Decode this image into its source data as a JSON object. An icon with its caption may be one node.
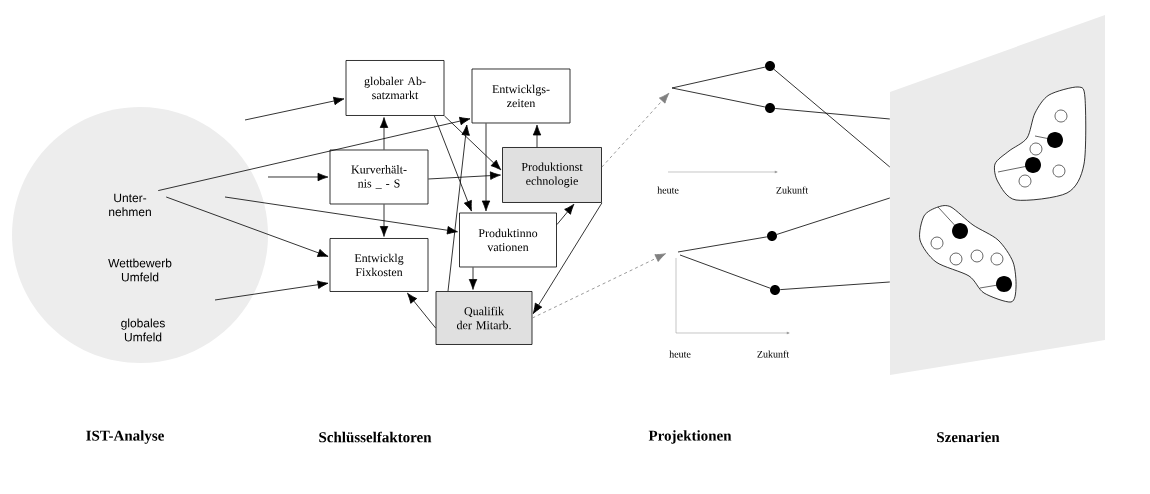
{
  "diagram": {
    "nodes": [
      {
        "text": [
          "Unter- nehmen"
        ]
      },
      {
        "text": [
          "Wettbewerb Umfeld"
        ]
      },
      {
        "text": [
          "globales Umfeld"
        ]
      },
      {
        "text": [
          "globaler Ab- satzmarkt"
        ]
      },
      {
        "text": [
          "Entwicklgs- zeiten"
        ]
      },
      {
        "text": [
          "Kurverhält- nis _ - S"
        ]
      },
      {
        "text": [
          "Produktionst echnologie"
        ]
      },
      {
        "text": [
          "Produktinno vationen"
        ]
      },
      {
        "text": [
          "Entwicklg Fixkosten"
        ]
      },
      {
        "text": [
          "Qualifik der Mitarb."
        ]
      },
      {
        "text": [],
        "shape": "circle"
      },
      {
        "text": [],
        "shape": "circle"
      },
      {
        "text": [],
        "shape": "circle"
      },
      {
        "text": [],
        "shape": "circle"
      },
      {
        "text": [],
        "shape": "box"
      }
    ],
    "edges": [
      {
        "from": null,
        "to": 3,
        "arrow": "to"
      },
      {
        "from": 0,
        "to": 4,
        "arrow": "to"
      },
      {
        "from": null,
        "to": 5,
        "arrow": "to"
      },
      {
        "from": null,
        "to": 7,
        "arrow": "to"
      },
      {
        "from": 0,
        "to": 8,
        "arrow": "to"
      },
      {
        "from": null,
        "to": 8,
        "arrow": "to"
      },
      {
        "from": 5,
        "to": 3,
        "arrow": "to"
      },
      {
        "from": 5,
        "to": 8,
        "arrow": "to"
      },
      {
        "from": 5,
        "to": 6,
        "arrow": "to"
      },
      {
        "from": 6,
        "to": 4,
        "arrow": "to"
      },
      {
        "from": 3,
        "to": 6,
        "arrow": "to"
      },
      {
        "from": 3,
        "to": 7,
        "arrow": "to"
      },
      {
        "from": 4,
        "to": 7,
        "arrow": "to"
      },
      {
        "from": 9,
        "to": 4,
        "arrow": "to"
      },
      {
        "from": 7,
        "to": 9,
        "arrow": "to"
      },
      {
        "from": 9,
        "to": 8,
        "arrow": "to"
      },
      {
        "from": 7,
        "to": 6,
        "arrow": "to"
      },
      {
        "from": 6,
        "to": 9,
        "arrow": "to"
      },
      {
        "from": 6,
        "to": null,
        "arrow": "to",
        "style": "dashed",
        "color": "#808080"
      },
      {
        "from": 9,
        "to": null,
        "arrow": "to",
        "style": "dashed",
        "color": "#808080"
      },
      {
        "from": null,
        "to": 10,
        "arrow": "none"
      },
      {
        "from": null,
        "to": 11,
        "arrow": "none"
      },
      {
        "from": null,
        "to": 12,
        "arrow": "none"
      },
      {
        "from": null,
        "to": 13,
        "arrow": "none"
      },
      {
        "from": 10,
        "to": 14,
        "arrow": "none"
      },
      {
        "from": 11,
        "to": 14,
        "arrow": "none"
      },
      {
        "from": 12,
        "to": 14,
        "arrow": "none"
      },
      {
        "from": 13,
        "to": 14,
        "arrow": "none"
      }
    ],
    "labels": [
      "heute",
      "Zukunft",
      "heute",
      "Zukunft",
      "IST-Analyse",
      "Schlüsselfaktoren",
      "Projektionen",
      "Szenarien"
    ]
  }
}
